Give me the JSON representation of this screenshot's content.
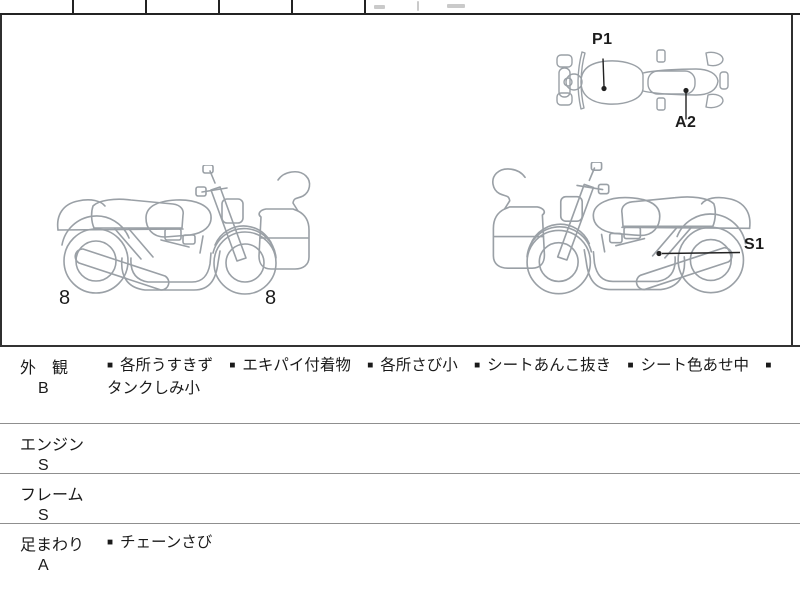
{
  "colors": {
    "line_art": "#9aa0a6",
    "border_dark": "#2f2f2f",
    "border_light": "#8f8f8f",
    "text": "#1a1a1a",
    "bullet": "#000000"
  },
  "diagram": {
    "top_view": {
      "label_p1": "P1",
      "label_a2": "A2"
    },
    "side_view": {
      "label_s1": "S1"
    },
    "left_bike_marks": {
      "rear": "8",
      "front": "8"
    }
  },
  "inspection": {
    "bullet": "■",
    "rows": [
      {
        "name": "外　観",
        "grade": "B",
        "items": [
          "各所うすきず",
          "エキパイ付着物",
          "各所さび小",
          "シートあんこ抜き",
          "シート色あせ中",
          "タンクしみ小"
        ]
      },
      {
        "name": "エンジン",
        "grade": "S",
        "items": []
      },
      {
        "name": "フレーム",
        "grade": "S",
        "items": []
      },
      {
        "name": "足まわり",
        "grade": "A",
        "items": [
          "チェーンさび"
        ]
      }
    ]
  }
}
